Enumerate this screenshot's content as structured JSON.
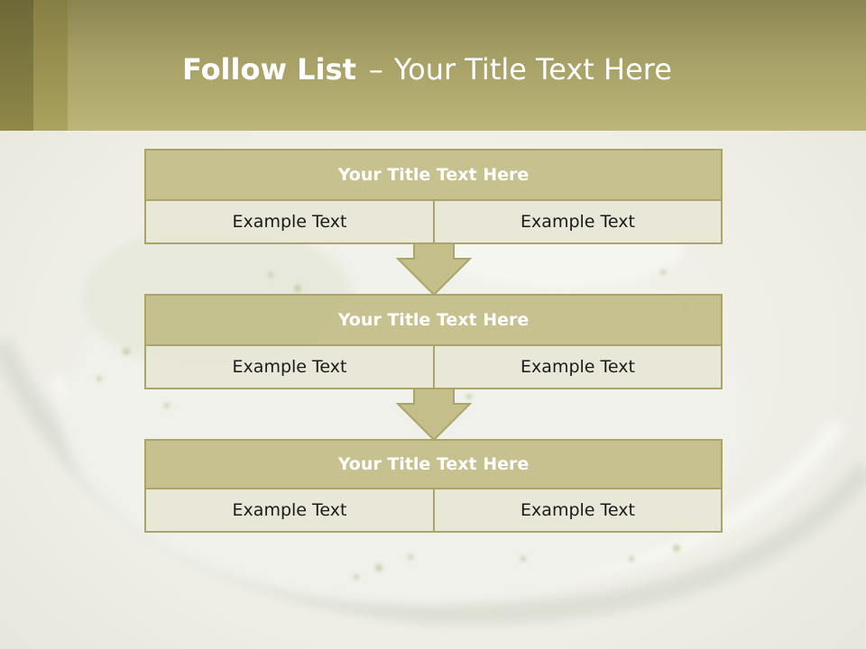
{
  "slide": {
    "title_bold": "Follow List",
    "title_dash": "–",
    "title_rest": "Your Title Text Here"
  },
  "blocks": [
    {
      "title": "Your Title Text Here",
      "left": "Example Text",
      "right": "Example Text"
    },
    {
      "title": "Your Title Text Here",
      "left": "Example Text",
      "right": "Example Text"
    },
    {
      "title": "Your Title Text Here",
      "left": "Example Text",
      "right": "Example Text"
    }
  ],
  "colors": {
    "header": "#b1aa6c",
    "block_title": "#c4be8a",
    "block_cell": "#e8e6d6",
    "border": "#aaa468",
    "arrow": "#c4be8a"
  },
  "icons": [
    "down-arrow-icon",
    "down-arrow-icon"
  ]
}
